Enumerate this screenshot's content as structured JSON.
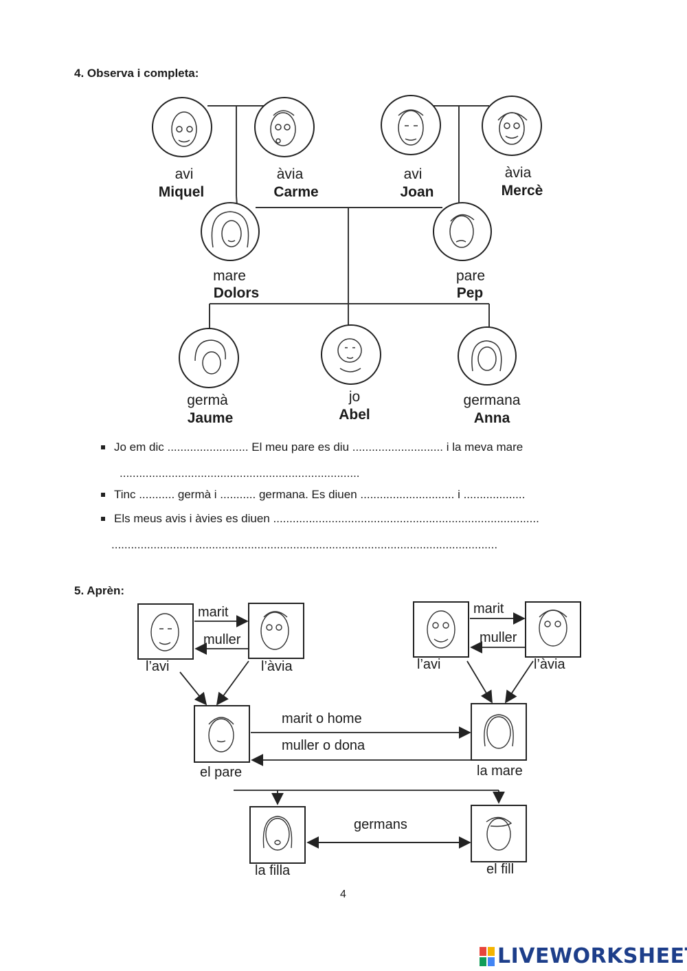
{
  "section4": {
    "heading": "4.  Observa i completa:",
    "members": [
      {
        "role": "avi",
        "name": "Miquel"
      },
      {
        "role": "àvia",
        "name": "Carme"
      },
      {
        "role": "avi",
        "name": "Joan"
      },
      {
        "role": "àvia",
        "name": "Mercè"
      },
      {
        "role": "mare",
        "name": "Dolors"
      },
      {
        "role": "pare",
        "name": "Pep"
      },
      {
        "role": "germà",
        "name": "Jaume"
      },
      {
        "role": "jo",
        "name": "Abel"
      },
      {
        "role": "germana",
        "name": "Anna"
      }
    ],
    "lines": [
      "Jo em dic .........................   El meu pare es diu ............................ i la meva mare",
      "..........................................................................",
      "Tinc ........... germà i ........... germana.  Es diuen ............................. i ...................",
      "Els meus avis i àvies es diuen ..................................................................................",
      "......................................................................................................................."
    ]
  },
  "section5": {
    "heading": "5.  Aprèn:",
    "labels": {
      "marit_left": "marit",
      "muller_left": "muller",
      "avi_left": "l’avi",
      "avia_left": "l’àvia",
      "marit_right": "marit",
      "muller_right": "muller",
      "avi_right": "l’avi",
      "avia_right": "l’àvia",
      "marit_home": "marit  o  home",
      "muller_dona": "muller  o  dona",
      "el_pare": "el pare",
      "la_mare": "la mare",
      "germans": "germans",
      "la_filla": "la filla",
      "el_fill": "el fill"
    }
  },
  "page_number": "4",
  "brand": "LIVEWORKSHEETS"
}
